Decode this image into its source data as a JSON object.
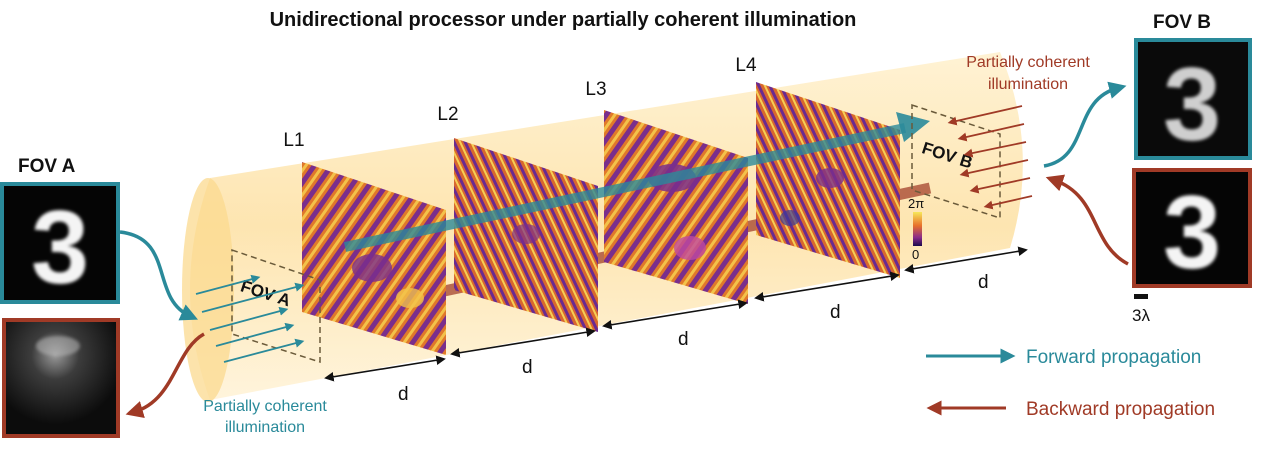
{
  "title": "Unidirectional processor under partially coherent illumination",
  "layers": [
    {
      "label": "L1"
    },
    {
      "label": "L2"
    },
    {
      "label": "L3"
    },
    {
      "label": "L4"
    }
  ],
  "fov_a": {
    "heading": "FOV A",
    "plane_label": "FOV A",
    "illumination": [
      "Partially coherent",
      "illumination"
    ],
    "input_digit": "3"
  },
  "fov_b": {
    "heading": "FOV B",
    "plane_label": "FOV B",
    "illumination": [
      "Partially coherent",
      "illumination"
    ],
    "output_digit": "3",
    "input_digit": "3"
  },
  "spacing_label": "d",
  "scale_bar": "3λ",
  "colorbar": {
    "max": "2π",
    "min": "0"
  },
  "legend": {
    "forward": "Forward propagation",
    "backward": "Backward propagation"
  },
  "colors": {
    "forward": "#2a8a9a",
    "backward": "#a03a26",
    "cylinder": "#fde2a8",
    "phase_dark": "#5a2a8a",
    "phase_light": "#f0a030"
  }
}
